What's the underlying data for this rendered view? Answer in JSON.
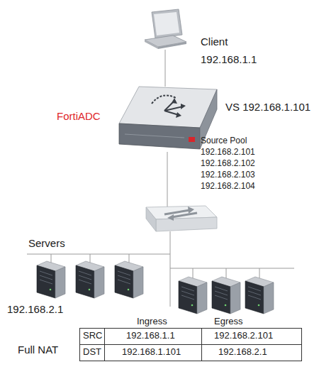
{
  "diagram": {
    "nodes": [
      {
        "text": [
          "Client",
          "192.168.1.1"
        ]
      },
      {
        "text": [
          "FortiADC",
          "VS 192.168.1.101",
          "Source Pool",
          "192.168.2.101",
          "192.168.2.102",
          "192.168.2.103",
          "192.168.2.104"
        ]
      }
    ],
    "edges": [
      {
        "from": 0,
        "to": 1,
        "arrow": "none"
      }
    ],
    "labels": [
      "Servers",
      "192.168.2.1",
      "Full NAT",
      "Ingress",
      "Egress",
      "SRC",
      "192.168.1.1",
      "192.168.2.101",
      "DST",
      "192.168.1.101",
      "192.168.2.1"
    ]
  }
}
